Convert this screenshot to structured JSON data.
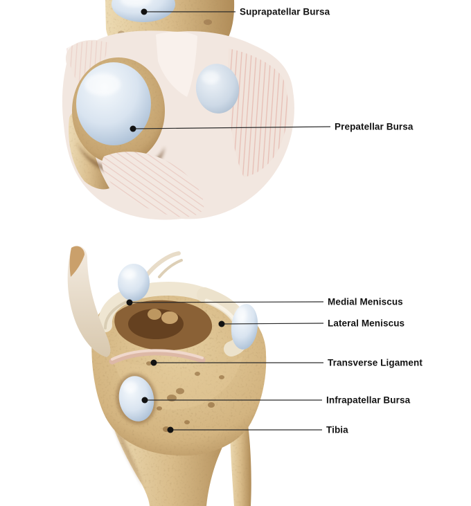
{
  "background": "#ffffff",
  "panels": [
    {
      "name": "knee-anterior-superficial-view",
      "labels": [
        {
          "text": "Suprapatellar Bursa"
        },
        {
          "text": "Prepatellar Bursa"
        }
      ]
    },
    {
      "name": "knee-tibial-plateau-view",
      "labels": [
        {
          "text": "Medial Meniscus"
        },
        {
          "text": "Lateral Meniscus"
        },
        {
          "text": "Transverse Ligament"
        },
        {
          "text": "Infrapatellar Bursa"
        },
        {
          "text": "Tibia"
        }
      ]
    }
  ],
  "colors": {
    "bone": "#d9bc8a",
    "bone_dark": "#a98350",
    "bursa_blue": "#d9e4f0",
    "tissue_cream": "#f2e7e0",
    "fiber_red": "#dd9a90",
    "meniscus_white": "#efe6d2",
    "cavity_brown": "#5e3c1c",
    "leader_line": "#2a2a2a",
    "label_text": "#121212"
  }
}
